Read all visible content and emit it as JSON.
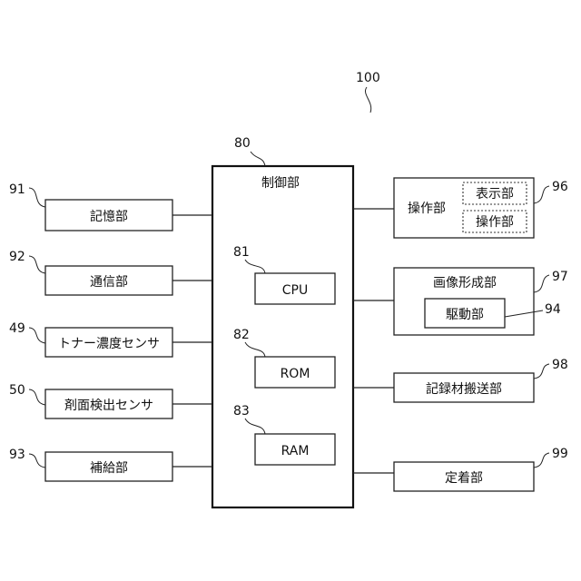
{
  "system_ref": "100",
  "controller": {
    "ref": "80",
    "label": "制御部"
  },
  "cpu": {
    "ref": "81",
    "label": "CPU"
  },
  "rom": {
    "ref": "82",
    "label": "ROM"
  },
  "ram": {
    "ref": "83",
    "label": "RAM"
  },
  "left_units": [
    {
      "ref": "91",
      "label": "記憶部"
    },
    {
      "ref": "92",
      "label": "通信部"
    },
    {
      "ref": "49",
      "label": "トナー濃度センサ"
    },
    {
      "ref": "50",
      "label": "剤面検出センサ"
    },
    {
      "ref": "93",
      "label": "補給部"
    }
  ],
  "operation_unit": {
    "ref": "96",
    "label": "操作部",
    "display_label": "表示部",
    "operation_label": "操作部"
  },
  "image_forming_unit": {
    "ref": "97",
    "label": "画像形成部",
    "drive_ref": "94",
    "drive_label": "駆動部"
  },
  "transport_unit": {
    "ref": "98",
    "label": "記録材搬送部"
  },
  "fixing_unit": {
    "ref": "99",
    "label": "定着部"
  }
}
